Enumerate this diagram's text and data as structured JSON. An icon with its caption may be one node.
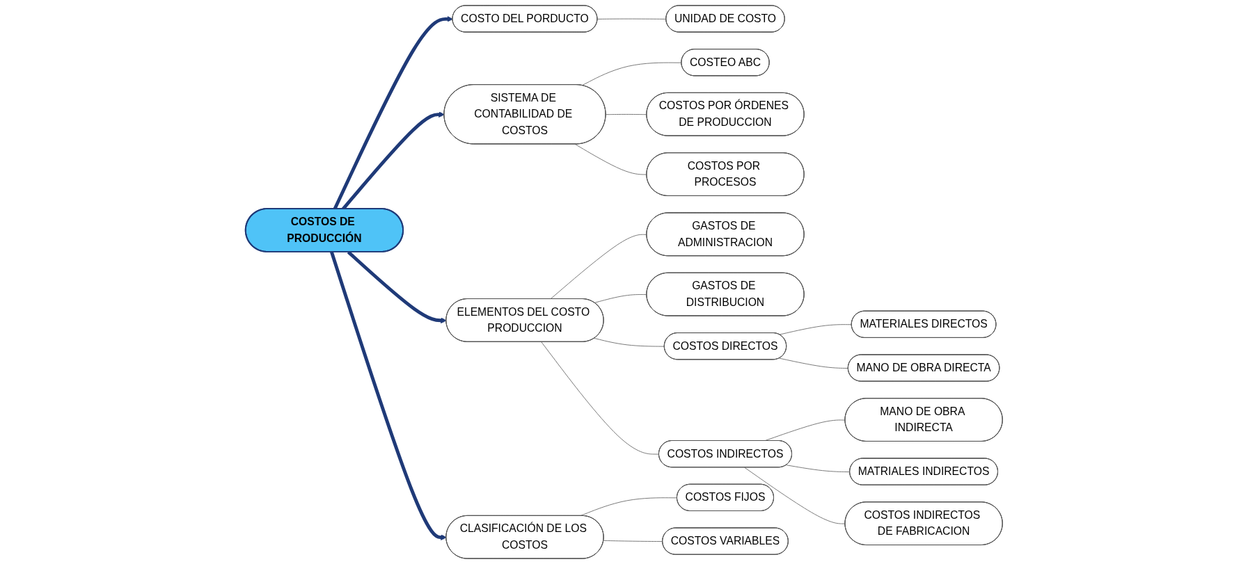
{
  "diagram": {
    "nodes": [
      {
        "text": [
          "COSTOS DE PRODUCCIÓN"
        ]
      },
      {
        "text": [
          "UNIDAD DE COSTO"
        ]
      },
      {
        "text": [
          "COSTO DEL PORDUCTO"
        ]
      },
      {
        "text": [
          "COSTEO ABC"
        ]
      },
      {
        "text": [
          "COSTOS POR ÓRDENES DE PRODUCCION"
        ]
      },
      {
        "text": [
          "COSTOS POR PROCESOS"
        ]
      },
      {
        "text": [
          "SISTEMA DE CONTABILIDAD DE COSTOS"
        ]
      },
      {
        "text": [
          "GASTOS DE ADMINISTRACION"
        ]
      },
      {
        "text": [
          "ELEMENTOS DEL COSTO PRODUCCION"
        ]
      },
      {
        "text": [
          "GASTOS DE DISTRIBUCION"
        ]
      },
      {
        "text": [
          "CLASIFICACIÓN DE LOS COSTOS"
        ]
      },
      {
        "text": [
          "COSTOS FIJOS"
        ]
      },
      {
        "text": [
          "COSTOS VARIABLES"
        ]
      },
      {
        "text": [
          "COSTOS DIRECTOS"
        ]
      },
      {
        "text": [
          "COSTOS INDIRECTOS"
        ]
      },
      {
        "text": [
          "MATERIALES DIRECTOS"
        ]
      },
      {
        "text": [
          "MANO DE OBRA DIRECTA"
        ]
      },
      {
        "text": [
          "MANO DE OBRA INDIRECTA"
        ]
      },
      {
        "text": [
          "MATRIALES INDIRECTOS"
        ]
      },
      {
        "text": [
          "COSTOS INDIRECTOS DE FABRICACION"
        ]
      }
    ],
    "edges": [
      {
        "from": 0,
        "to": 2,
        "arrow": "to",
        "style": "thick",
        "color": "#1f3a78"
      },
      {
        "from": 0,
        "to": 6,
        "arrow": "to",
        "style": "thick",
        "color": "#1f3a78"
      },
      {
        "from": 0,
        "to": 8,
        "arrow": "to",
        "style": "thick",
        "color": "#1f3a78"
      },
      {
        "from": 0,
        "to": 10,
        "arrow": "to",
        "style": "thick",
        "color": "#1f3a78"
      },
      {
        "from": 2,
        "to": 1,
        "arrow": "none"
      },
      {
        "from": 6,
        "to": 3,
        "arrow": "none"
      },
      {
        "from": 6,
        "to": 4,
        "arrow": "none"
      },
      {
        "from": 6,
        "to": 5,
        "arrow": "none"
      },
      {
        "from": 8,
        "to": 7,
        "arrow": "none"
      },
      {
        "from": 8,
        "to": 9,
        "arrow": "none"
      },
      {
        "from": 8,
        "to": 13,
        "arrow": "none"
      },
      {
        "from": 8,
        "to": 14,
        "arrow": "none"
      },
      {
        "from": 13,
        "to": 15,
        "arrow": "none"
      },
      {
        "from": 13,
        "to": 16,
        "arrow": "none"
      },
      {
        "from": 14,
        "to": 17,
        "arrow": "none"
      },
      {
        "from": 14,
        "to": 18,
        "arrow": "none"
      },
      {
        "from": 14,
        "to": 19,
        "arrow": "none"
      },
      {
        "from": 10,
        "to": 11,
        "arrow": "none"
      },
      {
        "from": 10,
        "to": 12,
        "arrow": "none"
      }
    ]
  }
}
